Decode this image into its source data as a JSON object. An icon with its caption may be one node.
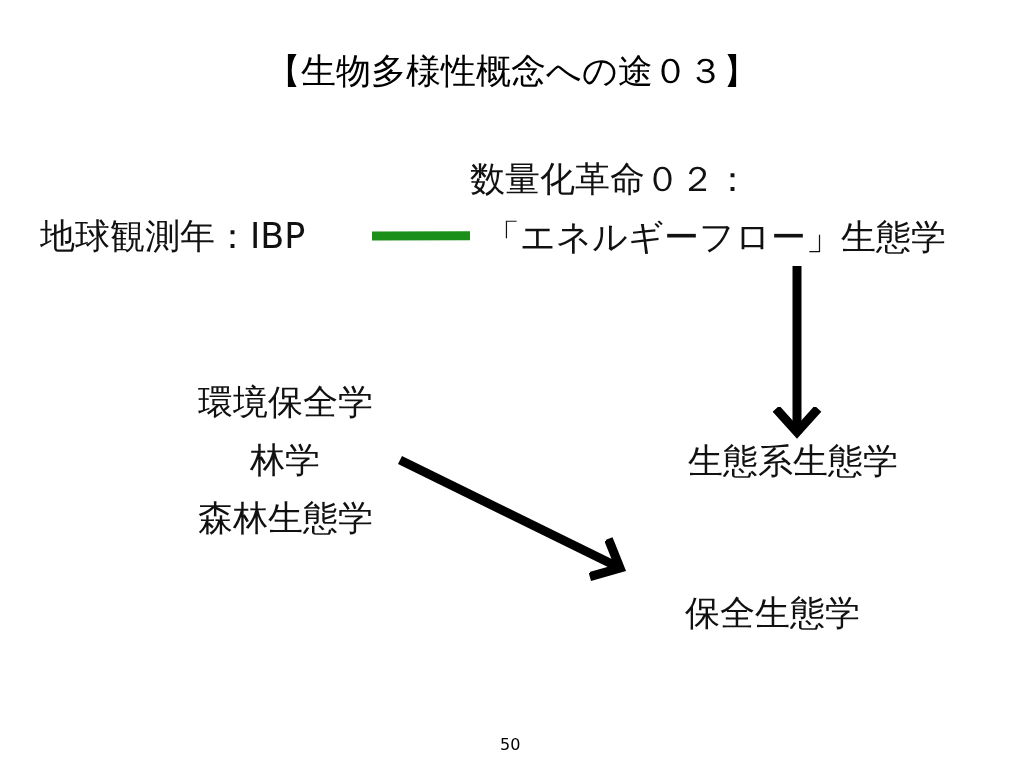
{
  "diagram": {
    "title": "【生物多様性概念への途０３】",
    "nodes": [
      {
        "text": [
          "地球観測年：IBP"
        ]
      },
      {
        "text": [
          "数量化革命０２：",
          "「エネルギーフロー」生態学"
        ]
      },
      {
        "text": [
          "環境保全学",
          "林学",
          "森林生態学"
        ]
      },
      {
        "text": [
          "生態系生態学"
        ]
      },
      {
        "text": [
          "保全生態学"
        ]
      }
    ],
    "edges": [
      {
        "from": 0,
        "to": 1,
        "arrow": "none",
        "color": "#1a8f1a"
      },
      {
        "from": 1,
        "to": 3,
        "arrow": "to"
      },
      {
        "from": 2,
        "to": 4,
        "arrow": "to"
      }
    ],
    "labels": [
      "50"
    ]
  }
}
